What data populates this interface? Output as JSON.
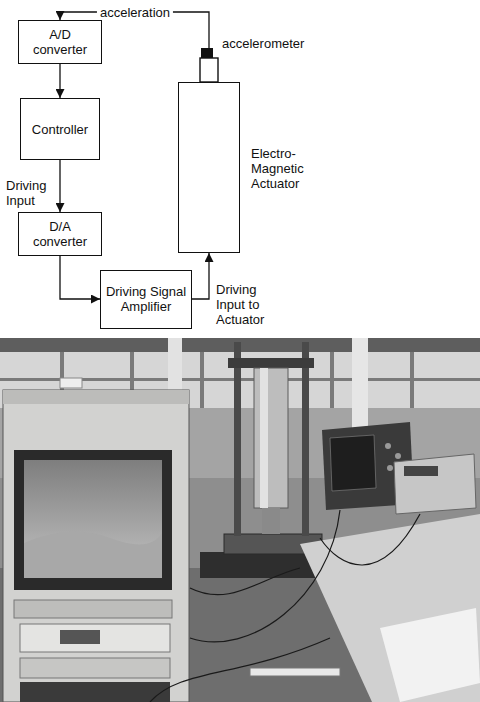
{
  "diagram": {
    "nodes": [
      {
        "text": [
          "A/D converter"
        ]
      },
      {
        "text": [
          "Controller"
        ]
      },
      {
        "text": [
          "D/A converter"
        ]
      },
      {
        "text": [
          "Driving Signal Amplifier"
        ]
      },
      {
        "text": [
          "Electro-Magnetic Actuator"
        ]
      }
    ],
    "edges": [
      {
        "from": 4,
        "to": 0,
        "arrow": "to",
        "label": "acceleration"
      },
      {
        "from": 0,
        "to": 1,
        "arrow": "to"
      },
      {
        "from": 1,
        "to": 2,
        "arrow": "to",
        "label": "Driving Input"
      },
      {
        "from": 2,
        "to": 3,
        "arrow": "to"
      },
      {
        "from": 3,
        "to": 4,
        "arrow": "to",
        "label": "Driving Input to Actuator"
      }
    ],
    "labels": [
      "accelerometer"
    ]
  }
}
